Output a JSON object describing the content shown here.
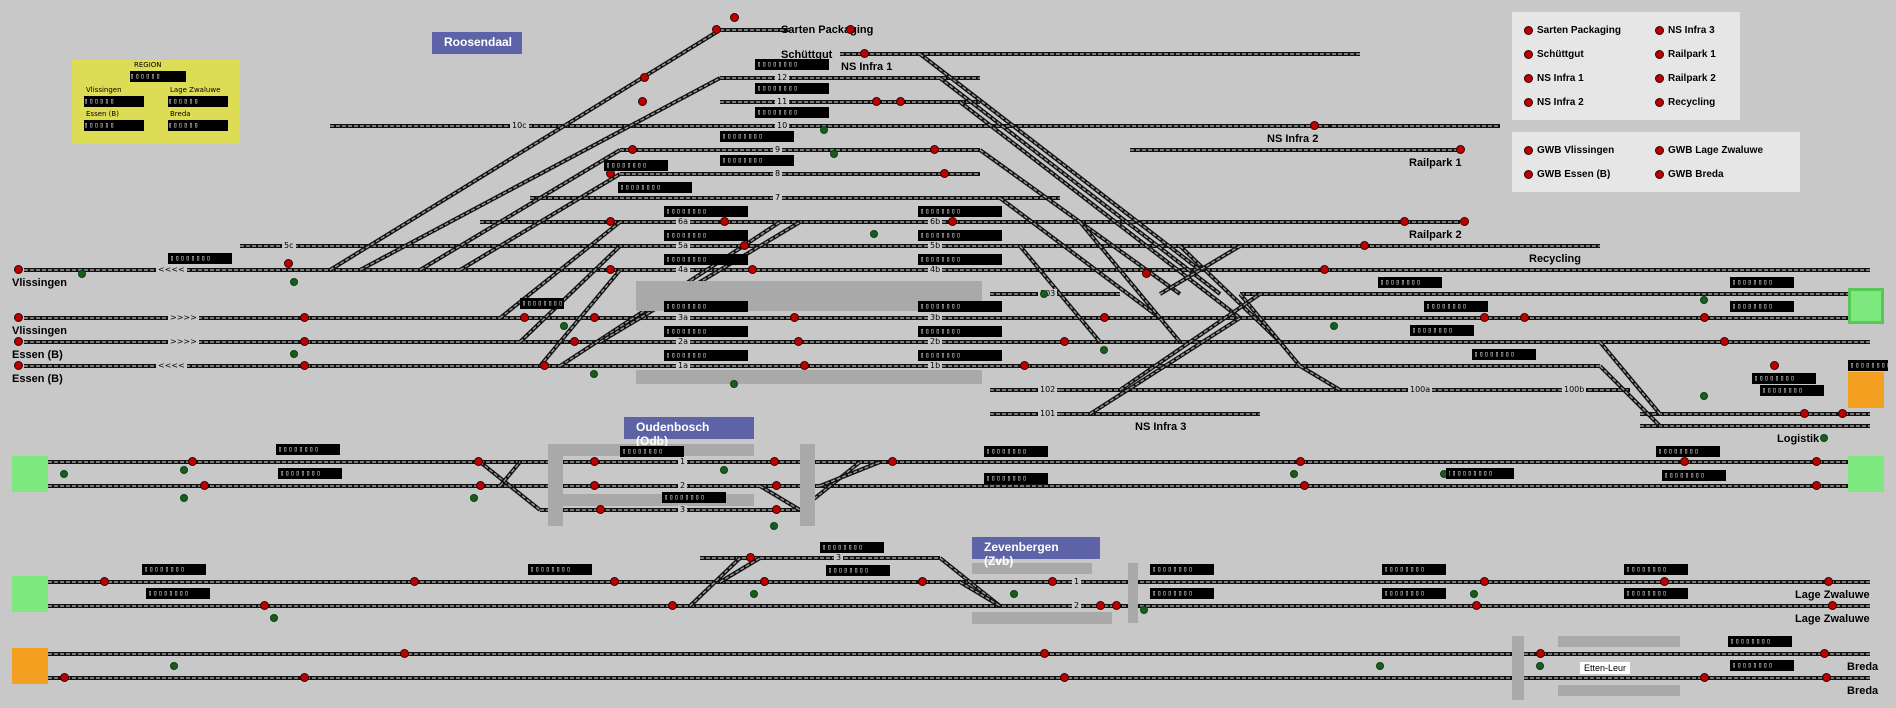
{
  "stations": {
    "roosendaal": "Roosendaal",
    "oudenbosch": "Oudenbosch (Odb)",
    "zevenbergen": "Zevenbergen (Zvb)",
    "etten_leur": "Etten-Leur"
  },
  "region": {
    "title": "REGION",
    "vlissingen": "Vlissingen",
    "lage_zwaluwe": "Lage Zwaluwe",
    "essen": "Essen (B)",
    "breda": "Breda"
  },
  "legend_industry": {
    "items": [
      "Sarten Packaging",
      "NS Infra 3",
      "Schüttgut",
      "Railpark 1",
      "NS Infra 1",
      "Railpark 2",
      "NS Infra 2",
      "Recycling"
    ]
  },
  "legend_gwb": {
    "items": [
      "GWB Vlissingen",
      "GWB Lage Zwaluwe",
      "GWB Essen (B)",
      "GWB Breda"
    ]
  },
  "location_labels": {
    "sarten": "Sarten Packaging",
    "schuttgut": "Schüttgut",
    "nsinfra1": "NS Infra 1",
    "nsinfra2": "NS Infra 2",
    "railpark1": "Railpark 1",
    "railpark2": "Railpark 2",
    "recycling": "Recycling",
    "nsinfra3": "NS Infra 3",
    "logistik": "Logistik",
    "vlissingen1": "Vlissingen",
    "vlissingen2": "Vlissingen",
    "essen1": "Essen (B)",
    "essen2": "Essen (B)",
    "lagez1": "Lage Zwaluwe",
    "lagez2": "Lage Zwaluwe",
    "breda1": "Breda",
    "breda2": "Breda"
  },
  "track_labels": {
    "t10c": "10c",
    "t12": "12",
    "t11": "11",
    "t10": "10",
    "t9": "9",
    "t8": "8",
    "t7": "7",
    "t6a": "6a",
    "t6b": "6b",
    "t5c": "5c",
    "t5a": "5a",
    "t5b": "5b",
    "t4a": "4a",
    "t4b": "4b",
    "t103": "103",
    "t3a": "3a",
    "t3b": "3b",
    "t2a": "2a",
    "t2b": "2b",
    "t1a": "1a",
    "t1b": "1b",
    "t102": "102",
    "t101": "101",
    "t100a": "100a",
    "t100b": "100b",
    "odb1": "1",
    "odb2": "2",
    "odb3": "3",
    "zvb3": "3",
    "zvb1": "1",
    "zvb2": "2",
    "arrows_left": "<<<<",
    "arrows_right": ">>>>"
  },
  "colors": {
    "background": "#c8c8c8",
    "station_label": "#5d63a6",
    "signal_red": "#c00000",
    "signal_green": "#1f5a1f",
    "region_panel": "#dcdc55",
    "exit_green": "#7de87d",
    "exit_orange": "#f3a020"
  }
}
